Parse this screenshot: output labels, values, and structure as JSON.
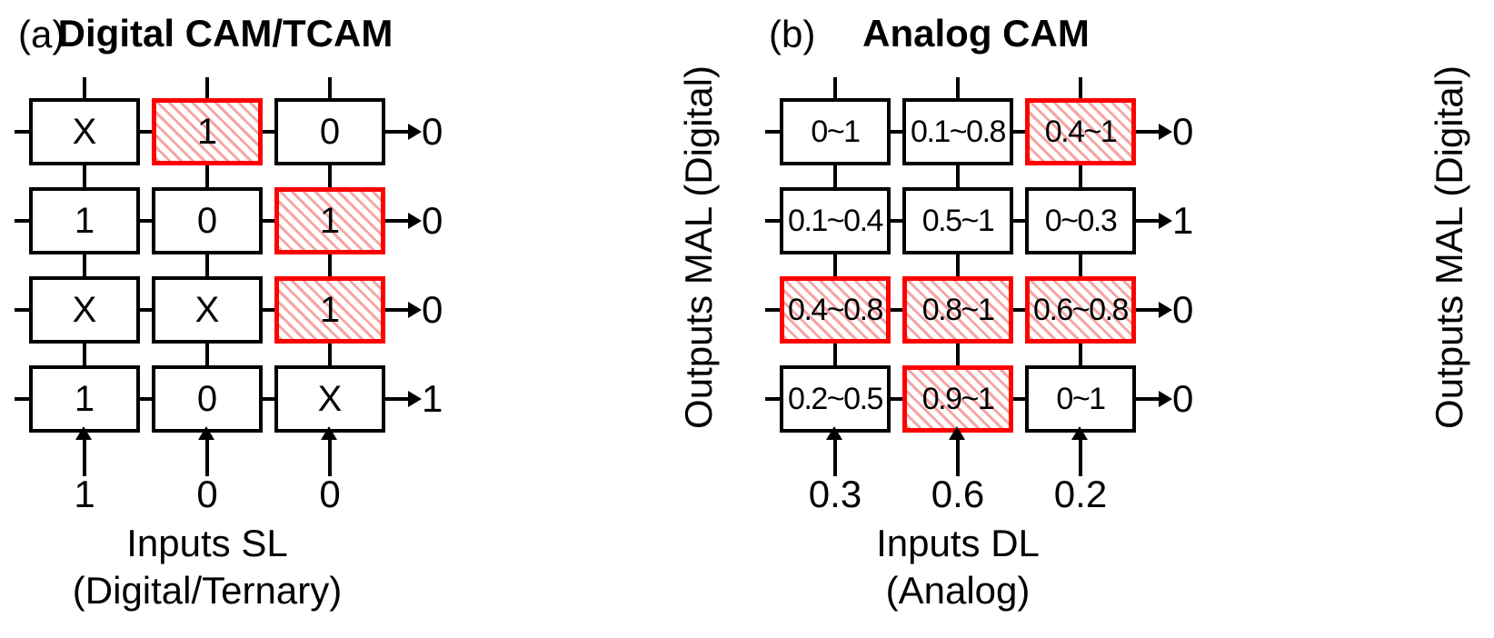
{
  "figure": {
    "description": "Comparison of digital CAM/TCAM and analog CAM search operation",
    "colors": {
      "wire": "#000000",
      "cell_border": "#000000",
      "mismatch_border": "#ff0000",
      "mismatch_hatch": "#f5a5a5",
      "background": "#ffffff"
    }
  },
  "panels": {
    "a": {
      "tag": "(a)",
      "title": "Digital CAM/TCAM",
      "rows": [
        {
          "cells": [
            {
              "value": "X",
              "state": "match"
            },
            {
              "value": "1",
              "state": "mismatch"
            },
            {
              "value": "0",
              "state": "match"
            }
          ],
          "output": "0"
        },
        {
          "cells": [
            {
              "value": "1",
              "state": "match"
            },
            {
              "value": "0",
              "state": "match"
            },
            {
              "value": "1",
              "state": "mismatch"
            }
          ],
          "output": "0"
        },
        {
          "cells": [
            {
              "value": "X",
              "state": "match"
            },
            {
              "value": "X",
              "state": "match"
            },
            {
              "value": "1",
              "state": "mismatch"
            }
          ],
          "output": "0"
        },
        {
          "cells": [
            {
              "value": "1",
              "state": "match"
            },
            {
              "value": "0",
              "state": "match"
            },
            {
              "value": "X",
              "state": "match"
            }
          ],
          "output": "1"
        }
      ],
      "inputs": [
        "1",
        "0",
        "0"
      ],
      "input_axis_line1": "Inputs SL",
      "input_axis_line2": "(Digital/Ternary)",
      "output_axis_label": "Outputs MAL (Digital)"
    },
    "b": {
      "tag": "(b)",
      "title": "Analog CAM",
      "rows": [
        {
          "cells": [
            {
              "value": "0~1",
              "state": "match"
            },
            {
              "value": "0.1~0.8",
              "state": "match"
            },
            {
              "value": "0.4~1",
              "state": "mismatch"
            }
          ],
          "output": "0"
        },
        {
          "cells": [
            {
              "value": "0.1~0.4",
              "state": "match"
            },
            {
              "value": "0.5~1",
              "state": "match"
            },
            {
              "value": "0~0.3",
              "state": "match"
            }
          ],
          "output": "1"
        },
        {
          "cells": [
            {
              "value": "0.4~0.8",
              "state": "mismatch"
            },
            {
              "value": "0.8~1",
              "state": "mismatch"
            },
            {
              "value": "0.6~0.8",
              "state": "mismatch"
            }
          ],
          "output": "0"
        },
        {
          "cells": [
            {
              "value": "0.2~0.5",
              "state": "match"
            },
            {
              "value": "0.9~1",
              "state": "mismatch"
            },
            {
              "value": "0~1",
              "state": "match"
            }
          ],
          "output": "0"
        }
      ],
      "inputs": [
        "0.3",
        "0.6",
        "0.2"
      ],
      "input_axis_line1": "Inputs DL",
      "input_axis_line2": "(Analog)",
      "output_axis_label": "Outputs MAL (Digital)"
    }
  }
}
